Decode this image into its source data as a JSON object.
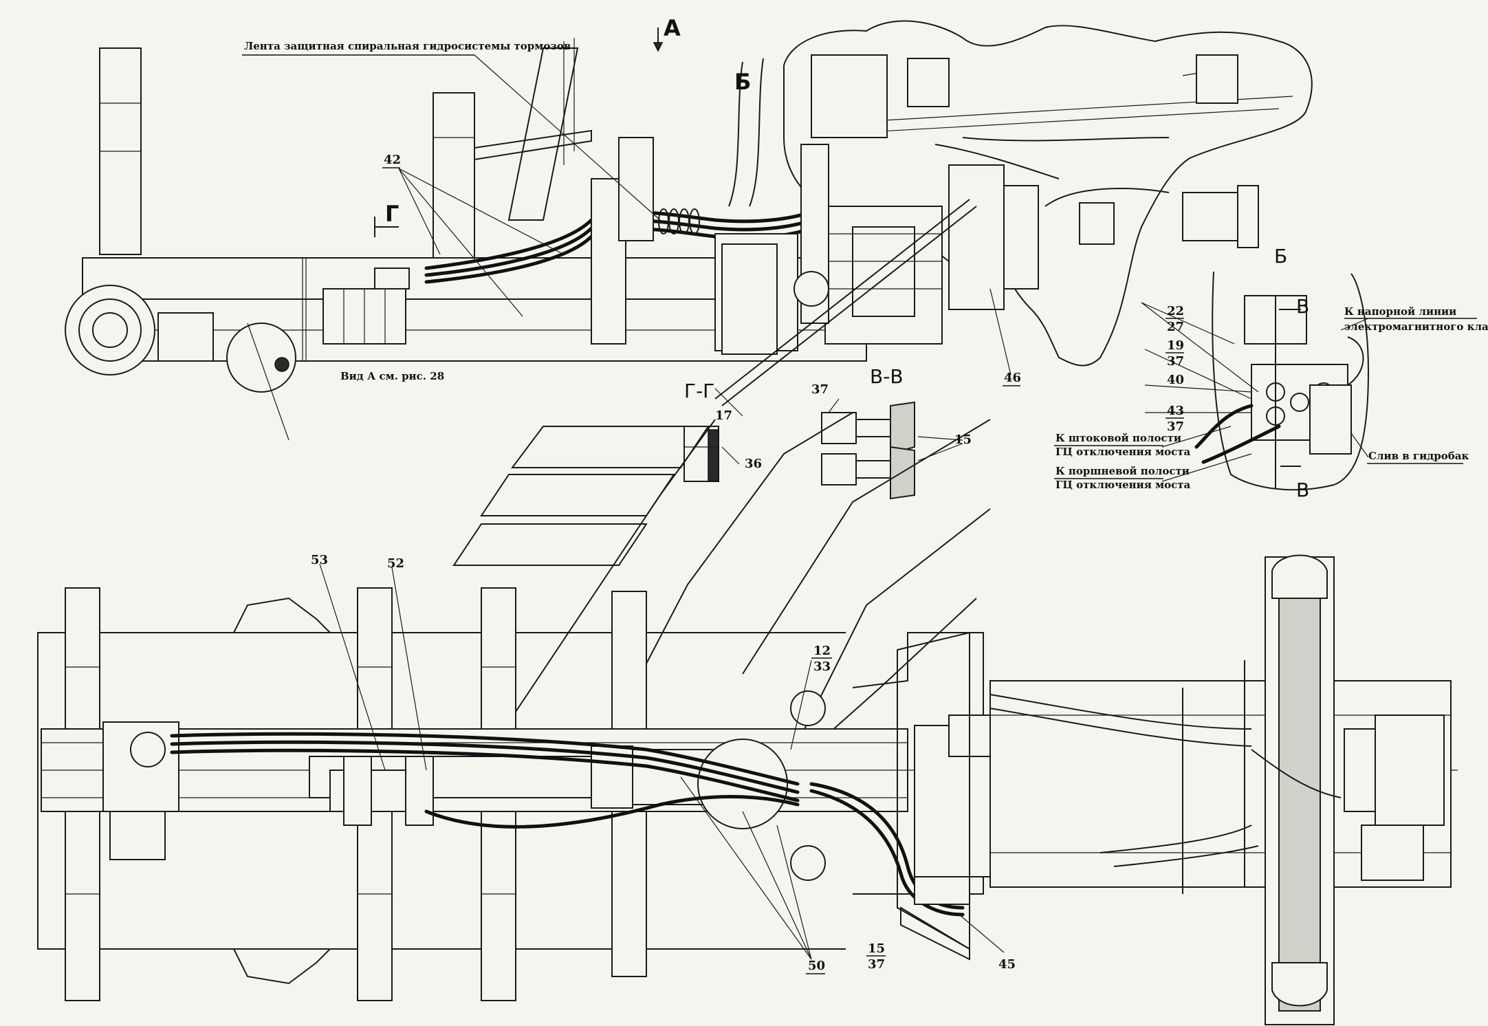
{
  "labels": {
    "tape_note": "Лента защитная спиральная гидросистемы тормозов",
    "view_a_ref": "Вид А см. рис. 28",
    "view_a_mark": "А",
    "mark_b_cyr": "Б",
    "section_g": "Г",
    "section_gg": "Г-Г",
    "section_vv": "В-В",
    "view_b_title": "Б",
    "section_v": "В",
    "pressure_line_1": "К напорной линии",
    "pressure_line_2": "электромагнитного клапана",
    "rod_cavity_1": "К штоковой полости",
    "rod_cavity_2": "ГЦ отключения моста",
    "piston_cavity_1": "К поршневой полости",
    "piston_cavity_2": "ГЦ отключения моста",
    "drain": "Слив в гидробак"
  },
  "callouts": {
    "c42": "42",
    "c46": "46",
    "c17": "17",
    "c36": "36",
    "c37": "37",
    "c15": "15",
    "c22": "22",
    "c27": "27",
    "c19": "19",
    "c37b": "37",
    "c40": "40",
    "c43": "43",
    "c37c": "37",
    "c53": "53",
    "c52": "52",
    "c12": "12",
    "c33": "33",
    "c50": "50",
    "c15b": "15",
    "c37d": "37",
    "c45": "45"
  }
}
